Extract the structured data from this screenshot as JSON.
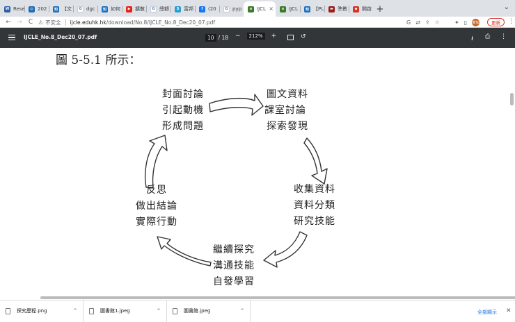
{
  "browser": {
    "tabs": [
      {
        "label": "Rese",
        "color": "#2f5fa7",
        "glyph": "W"
      },
      {
        "label": "202",
        "color": "#1e6bb8",
        "glyph": "◎"
      },
      {
        "label": "【文",
        "color": "#1a6fc0",
        "glyph": "知"
      },
      {
        "label": "dgc",
        "color": "#ffffff",
        "glyph": "G"
      },
      {
        "label": "如何",
        "color": "#1a6fc0",
        "glyph": "知"
      },
      {
        "label": "擴散",
        "color": "#e62117",
        "glyph": "▶"
      },
      {
        "label": "總額",
        "color": "#ffffff",
        "glyph": "G"
      },
      {
        "label": "富邦",
        "color": "#2a9fd6",
        "glyph": "S"
      },
      {
        "label": "(20",
        "color": "#1877f2",
        "glyph": "f"
      },
      {
        "label": "pyp",
        "color": "#ffffff",
        "glyph": "G"
      },
      {
        "label": "IJCL",
        "color": "#3a7a2b",
        "glyph": "≋",
        "active": true
      },
      {
        "label": "IJCL",
        "color": "#3a7a2b",
        "glyph": "≋"
      },
      {
        "label": "【PL",
        "color": "#1a6fc0",
        "glyph": "知"
      },
      {
        "label": "準數",
        "color": "#9b1c1c",
        "glyph": "▬"
      },
      {
        "label": "開啟",
        "color": "#d93025",
        "glyph": "◆"
      }
    ],
    "new_tab": "+",
    "tab_menu": "⌄",
    "nav": {
      "back": "←",
      "forward": "→",
      "reload": "C"
    },
    "address": {
      "security_label": "不安全",
      "host": "ijcle.eduhk.hk",
      "path": "/download/No.8/IJCLE_No.8_Dec20_07.pdf"
    },
    "avatar_text": "新加",
    "update_label": "更新",
    "menu": "⋮"
  },
  "pdf": {
    "title": "IJCLE_No.8_Dec20_07.pdf",
    "page_current": "10",
    "page_total": "/ 18",
    "zoom_out": "−",
    "zoom_level": "212%",
    "zoom_in": "+",
    "rotate": "↺",
    "download": "⭳",
    "print": "⎙",
    "more": "⋮"
  },
  "figure": {
    "caption": "圖 5-5.1 所示：",
    "clusters": {
      "top_left": [
        "封面討論",
        "引起動機",
        "形成問題"
      ],
      "top_right": [
        "圖文資料",
        "課室討論",
        "探索發現"
      ],
      "right": [
        "收集資料",
        "資料分類",
        "研究技能"
      ],
      "bottom": [
        "繼續探究",
        "溝通技能",
        "自發學習"
      ],
      "left": [
        "反思",
        "做出結論",
        "實際行動"
      ]
    }
  },
  "downloads": {
    "items": [
      {
        "name": "探究歷程.png"
      },
      {
        "name": "圖書館1.jpeg"
      },
      {
        "name": "圖書館.jpeg"
      }
    ],
    "show_all": "全部顯示",
    "close": "✕"
  }
}
